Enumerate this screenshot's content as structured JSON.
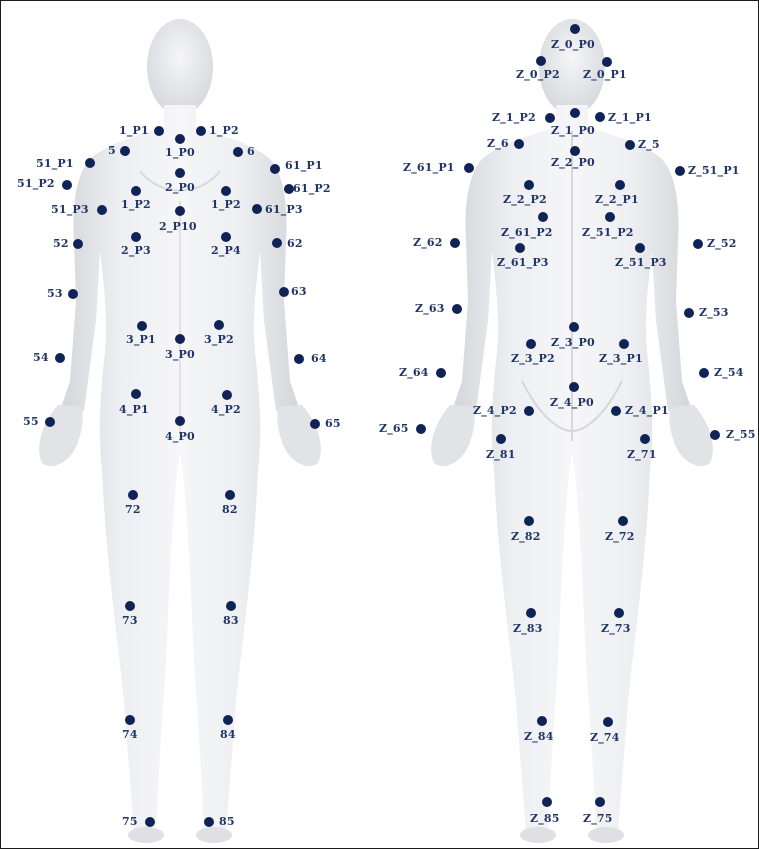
{
  "colors": {
    "dot": "#0f2357",
    "label": "#1f3566",
    "skin_light": "#f3f3f5",
    "skin_mid": "#e2e3e7",
    "skin_shadow": "#c8cad0",
    "background": "#ffffff"
  },
  "front_view": {
    "markers": [
      {
        "id": "1_P1",
        "label": "1_P1"
      },
      {
        "id": "1_P2",
        "label": "1_P2"
      },
      {
        "id": "1_P0",
        "label": "1_P0"
      },
      {
        "id": "5",
        "label": "5"
      },
      {
        "id": "6",
        "label": "6"
      },
      {
        "id": "51_P1",
        "label": "51_P1"
      },
      {
        "id": "61_P1",
        "label": "61_P1"
      },
      {
        "id": "51_P2",
        "label": "51_P2"
      },
      {
        "id": "61_P2",
        "label": "61_P2"
      },
      {
        "id": "2_P0",
        "label": "2_P0"
      },
      {
        "id": "1_P2_left",
        "label": "1_P2"
      },
      {
        "id": "1_P2_right",
        "label": "1_P2"
      },
      {
        "id": "51_P3",
        "label": "51_P3"
      },
      {
        "id": "61_P3",
        "label": "61_P3"
      },
      {
        "id": "2_P10",
        "label": "2_P10"
      },
      {
        "id": "2_P3",
        "label": "2_P3"
      },
      {
        "id": "2_P4",
        "label": "2_P4"
      },
      {
        "id": "52",
        "label": "52"
      },
      {
        "id": "62",
        "label": "62"
      },
      {
        "id": "53",
        "label": "53"
      },
      {
        "id": "63",
        "label": "63"
      },
      {
        "id": "3_P1",
        "label": "3_P1"
      },
      {
        "id": "3_P2",
        "label": "3_P2"
      },
      {
        "id": "3_P0",
        "label": "3_P0"
      },
      {
        "id": "54",
        "label": "54"
      },
      {
        "id": "64",
        "label": "64"
      },
      {
        "id": "4_P1",
        "label": "4_P1"
      },
      {
        "id": "4_P2",
        "label": "4_P2"
      },
      {
        "id": "4_P0",
        "label": "4_P0"
      },
      {
        "id": "55",
        "label": "55"
      },
      {
        "id": "65",
        "label": "65"
      },
      {
        "id": "72",
        "label": "72"
      },
      {
        "id": "82",
        "label": "82"
      },
      {
        "id": "73",
        "label": "73"
      },
      {
        "id": "83",
        "label": "83"
      },
      {
        "id": "74",
        "label": "74"
      },
      {
        "id": "84",
        "label": "84"
      },
      {
        "id": "75",
        "label": "75"
      },
      {
        "id": "85",
        "label": "85"
      }
    ]
  },
  "back_view": {
    "markers": [
      {
        "id": "Z_0_P0",
        "label": "Z_0_P0"
      },
      {
        "id": "Z_0_P2",
        "label": "Z_0_P2"
      },
      {
        "id": "Z_0_P1",
        "label": "Z_0_P1"
      },
      {
        "id": "Z_1_P2",
        "label": "Z_1_P2"
      },
      {
        "id": "Z_1_P1",
        "label": "Z_1_P1"
      },
      {
        "id": "Z_1_P0",
        "label": "Z_1_P0"
      },
      {
        "id": "Z_6",
        "label": "Z_6"
      },
      {
        "id": "Z_5",
        "label": "Z_5"
      },
      {
        "id": "Z_2_P0",
        "label": "Z_2_P0"
      },
      {
        "id": "Z_61_P1",
        "label": "Z_61_P1"
      },
      {
        "id": "Z_51_P1",
        "label": "Z_51_P1"
      },
      {
        "id": "Z_2_P2",
        "label": "Z_2_P2"
      },
      {
        "id": "Z_2_P1",
        "label": "Z_2_P1"
      },
      {
        "id": "Z_61_P2",
        "label": "Z_61_P2"
      },
      {
        "id": "Z_51_P2",
        "label": "Z_51_P2"
      },
      {
        "id": "Z_62",
        "label": "Z_62"
      },
      {
        "id": "Z_52",
        "label": "Z_52"
      },
      {
        "id": "Z_61_P3",
        "label": "Z_61_P3"
      },
      {
        "id": "Z_51_P3",
        "label": "Z_51_P3"
      },
      {
        "id": "Z_63",
        "label": "Z_63"
      },
      {
        "id": "Z_53",
        "label": "Z_53"
      },
      {
        "id": "Z_3_P0",
        "label": "Z_3_P0"
      },
      {
        "id": "Z_3_P2",
        "label": "Z_3_P2"
      },
      {
        "id": "Z_3_P1",
        "label": "Z_3_P1"
      },
      {
        "id": "Z_64",
        "label": "Z_64"
      },
      {
        "id": "Z_54",
        "label": "Z_54"
      },
      {
        "id": "Z_4_P0",
        "label": "Z_4_P0"
      },
      {
        "id": "Z_4_P2",
        "label": "Z_4_P2"
      },
      {
        "id": "Z_4_P1",
        "label": "Z_4_P1"
      },
      {
        "id": "Z_65",
        "label": "Z_65"
      },
      {
        "id": "Z_55",
        "label": "Z_55"
      },
      {
        "id": "Z_81",
        "label": "Z_81"
      },
      {
        "id": "Z_71",
        "label": "Z_71"
      },
      {
        "id": "Z_82",
        "label": "Z_82"
      },
      {
        "id": "Z_72",
        "label": "Z_72"
      },
      {
        "id": "Z_83",
        "label": "Z_83"
      },
      {
        "id": "Z_73",
        "label": "Z_73"
      },
      {
        "id": "Z_84",
        "label": "Z_84"
      },
      {
        "id": "Z_74",
        "label": "Z_74"
      },
      {
        "id": "Z_85",
        "label": "Z_85"
      },
      {
        "id": "Z_75",
        "label": "Z_75"
      }
    ]
  }
}
